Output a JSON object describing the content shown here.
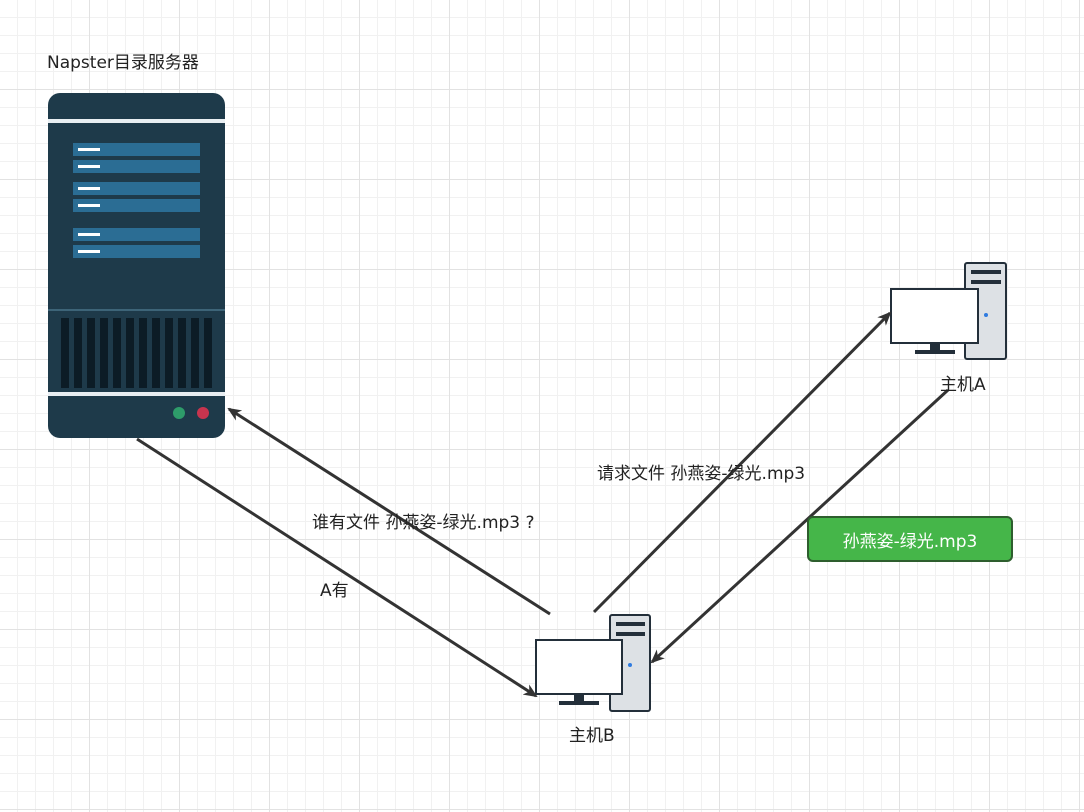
{
  "server": {
    "title": "Napster目录服务器"
  },
  "hosts": {
    "a": {
      "label": "主机A"
    },
    "b": {
      "label": "主机B"
    }
  },
  "messages": {
    "ask": "谁有文件 孙燕姿-绿光.mp3 ?",
    "answer": "A有",
    "request": "请求文件 孙燕姿-绿光.mp3"
  },
  "file": {
    "name": "孙燕姿-绿光.mp3"
  },
  "colors": {
    "server_body": "#1e3a4a",
    "server_slot": "#2b6d94",
    "file_box": "#45b649",
    "arrow": "#333333",
    "led_green": "#2e9c6a",
    "led_red": "#c8344e"
  },
  "icons": {
    "server": "server-rack-icon",
    "hostA": "desktop-computer-icon",
    "hostB": "desktop-computer-icon"
  }
}
